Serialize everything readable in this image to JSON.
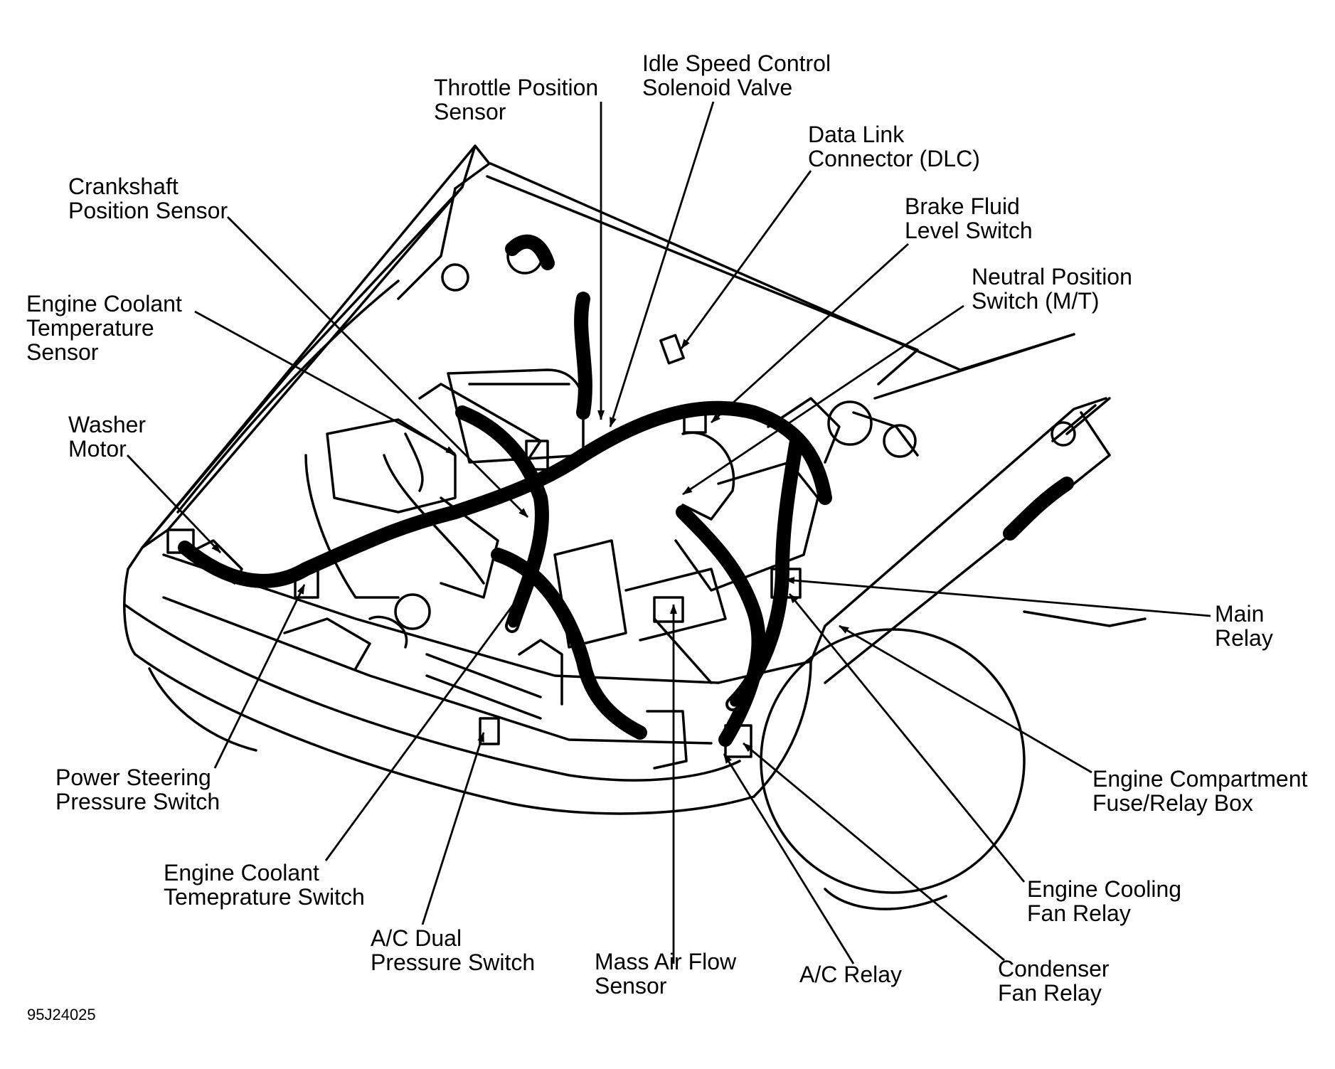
{
  "figure_id": "95J24025",
  "labels": {
    "throttle_position_sensor": [
      "Throttle Position",
      "Sensor"
    ],
    "idle_speed_control": [
      "Idle Speed Control",
      "Solenoid Valve"
    ],
    "data_link_connector": [
      "Data Link",
      "Connector (DLC)"
    ],
    "brake_fluid_level": [
      "Brake Fluid",
      "Level Switch"
    ],
    "neutral_position_switch": [
      "Neutral Position",
      "Switch (M/T)"
    ],
    "crankshaft_position_sensor": [
      "Crankshaft",
      "Position Sensor"
    ],
    "engine_coolant_temp_sensor": [
      "Engine Coolant",
      "Temperature",
      "Sensor"
    ],
    "washer_motor": [
      "Washer",
      "Motor"
    ],
    "main_relay": [
      "Main",
      "Relay"
    ],
    "fuse_relay_box": [
      "Engine Compartment",
      "Fuse/Relay Box"
    ],
    "cooling_fan_relay": [
      "Engine Cooling",
      "Fan Relay"
    ],
    "condenser_fan_relay": [
      "Condenser",
      "Fan Relay"
    ],
    "ac_relay": [
      "A/C Relay"
    ],
    "mass_air_flow": [
      "Mass Air Flow",
      "Sensor"
    ],
    "ac_dual_pressure": [
      "A/C Dual",
      "Pressure Switch"
    ],
    "coolant_temp_switch": [
      "Engine Coolant",
      "Temeprature Switch"
    ],
    "power_steering_switch": [
      "Power Steering",
      "Pressure Switch"
    ]
  },
  "icons": [
    "engine-compartment-drawing",
    "wiring-harness",
    "leader-arrow"
  ]
}
